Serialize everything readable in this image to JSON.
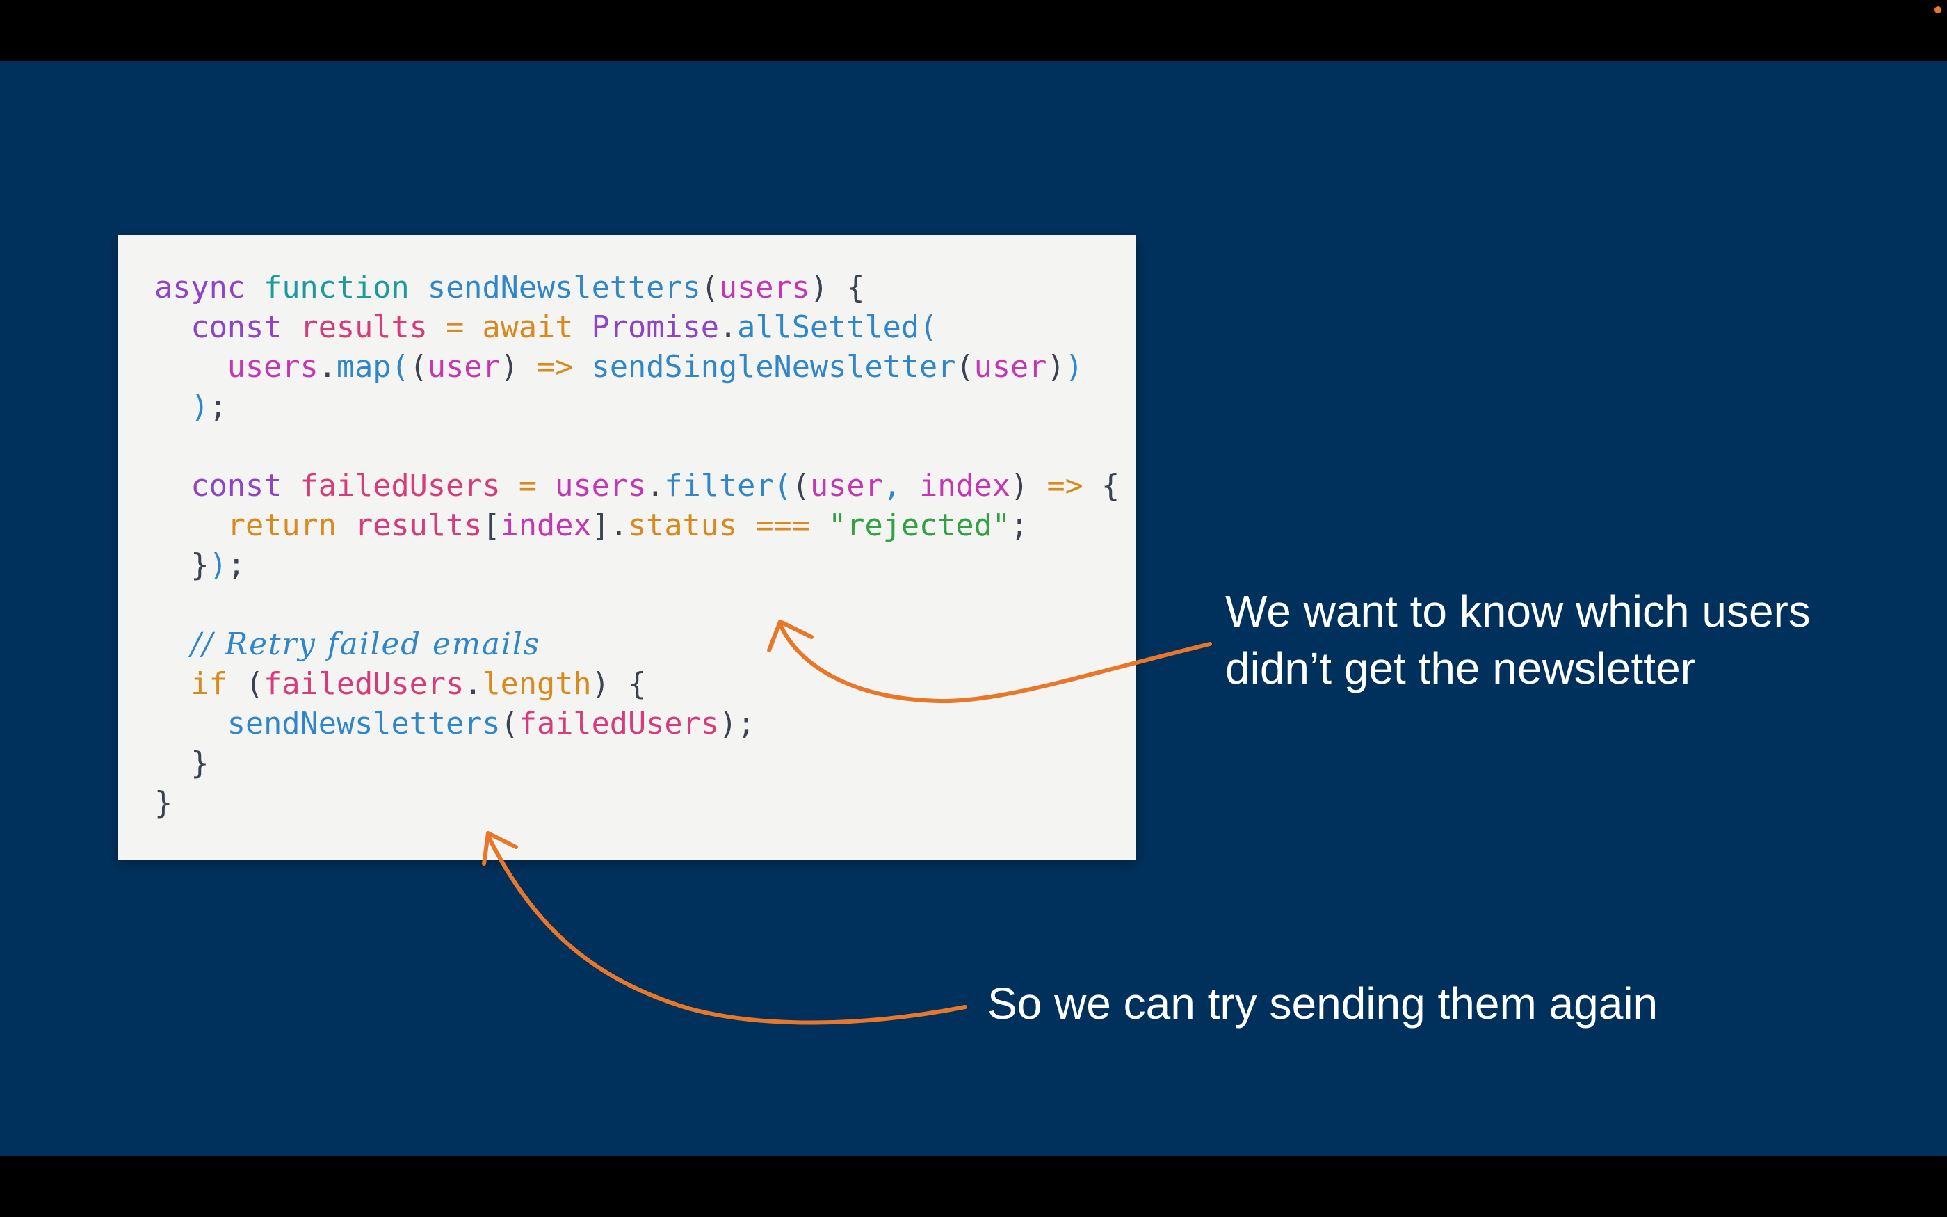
{
  "slide": {
    "background_color": "#00315d",
    "code_card_color": "#f4f4f2",
    "accent_arrow_color": "#e8772a"
  },
  "code": {
    "lines": [
      [
        {
          "text": "async",
          "cls": "kw-purple"
        },
        {
          "text": " ",
          "cls": "punct"
        },
        {
          "text": "function",
          "cls": "kw-teal"
        },
        {
          "text": " ",
          "cls": "punct"
        },
        {
          "text": "sendNewsletters",
          "cls": "fn-blue"
        },
        {
          "text": "(",
          "cls": "punct"
        },
        {
          "text": "users",
          "cls": "param-magenta"
        },
        {
          "text": ") {",
          "cls": "punct"
        }
      ],
      [
        {
          "text": "  ",
          "cls": "punct"
        },
        {
          "text": "const",
          "cls": "kw-purple"
        },
        {
          "text": " ",
          "cls": "punct"
        },
        {
          "text": "results",
          "cls": "var-pink"
        },
        {
          "text": " ",
          "cls": "punct"
        },
        {
          "text": "=",
          "cls": "kw-orange"
        },
        {
          "text": " ",
          "cls": "punct"
        },
        {
          "text": "await",
          "cls": "kw-orange"
        },
        {
          "text": " ",
          "cls": "punct"
        },
        {
          "text": "Promise",
          "cls": "kw-purple"
        },
        {
          "text": ".",
          "cls": "punct"
        },
        {
          "text": "allSettled(",
          "cls": "fn-blue"
        }
      ],
      [
        {
          "text": "    ",
          "cls": "punct"
        },
        {
          "text": "users",
          "cls": "param-magenta"
        },
        {
          "text": ".",
          "cls": "punct"
        },
        {
          "text": "map(",
          "cls": "fn-blue"
        },
        {
          "text": "(",
          "cls": "punct"
        },
        {
          "text": "user",
          "cls": "param-magenta"
        },
        {
          "text": ") ",
          "cls": "punct"
        },
        {
          "text": "=>",
          "cls": "kw-orange"
        },
        {
          "text": " ",
          "cls": "punct"
        },
        {
          "text": "sendSingleNewsletter",
          "cls": "fn-blue"
        },
        {
          "text": "(",
          "cls": "punct"
        },
        {
          "text": "user",
          "cls": "param-magenta"
        },
        {
          "text": ")",
          "cls": "punct"
        },
        {
          "text": ")",
          "cls": "fn-blue"
        }
      ],
      [
        {
          "text": "  ",
          "cls": "punct"
        },
        {
          "text": ")",
          "cls": "fn-blue"
        },
        {
          "text": ";",
          "cls": "punct"
        }
      ],
      [
        {
          "text": " ",
          "cls": "punct"
        }
      ],
      [
        {
          "text": "  ",
          "cls": "punct"
        },
        {
          "text": "const",
          "cls": "kw-purple"
        },
        {
          "text": " ",
          "cls": "punct"
        },
        {
          "text": "failedUsers",
          "cls": "var-pink"
        },
        {
          "text": " ",
          "cls": "punct"
        },
        {
          "text": "=",
          "cls": "kw-orange"
        },
        {
          "text": " ",
          "cls": "punct"
        },
        {
          "text": "users",
          "cls": "param-magenta"
        },
        {
          "text": ".",
          "cls": "punct"
        },
        {
          "text": "filter(",
          "cls": "fn-blue"
        },
        {
          "text": "(",
          "cls": "punct"
        },
        {
          "text": "user",
          "cls": "param-magenta"
        },
        {
          "text": ", ",
          "cls": "fn-blue"
        },
        {
          "text": "index",
          "cls": "param-magenta"
        },
        {
          "text": ") ",
          "cls": "punct"
        },
        {
          "text": "=>",
          "cls": "kw-orange"
        },
        {
          "text": " {",
          "cls": "punct"
        }
      ],
      [
        {
          "text": "    ",
          "cls": "punct"
        },
        {
          "text": "return",
          "cls": "kw-orange"
        },
        {
          "text": " ",
          "cls": "punct"
        },
        {
          "text": "results",
          "cls": "var-pink"
        },
        {
          "text": "[",
          "cls": "punct"
        },
        {
          "text": "index",
          "cls": "param-magenta"
        },
        {
          "text": "].",
          "cls": "punct"
        },
        {
          "text": "status",
          "cls": "kw-orange"
        },
        {
          "text": " ",
          "cls": "punct"
        },
        {
          "text": "===",
          "cls": "kw-orange"
        },
        {
          "text": " ",
          "cls": "punct"
        },
        {
          "text": "\"rejected\"",
          "cls": "string-green"
        },
        {
          "text": ";",
          "cls": "punct"
        }
      ],
      [
        {
          "text": "  }",
          "cls": "punct"
        },
        {
          "text": ")",
          "cls": "fn-blue"
        },
        {
          "text": ";",
          "cls": "punct"
        }
      ],
      [
        {
          "text": " ",
          "cls": "punct"
        }
      ],
      [
        {
          "text": "  ",
          "cls": "punct"
        },
        {
          "text": "// Retry failed emails",
          "cls": "comment"
        }
      ],
      [
        {
          "text": "  ",
          "cls": "punct"
        },
        {
          "text": "if",
          "cls": "kw-orange"
        },
        {
          "text": " (",
          "cls": "punct"
        },
        {
          "text": "failedUsers",
          "cls": "var-pink"
        },
        {
          "text": ".",
          "cls": "punct"
        },
        {
          "text": "length",
          "cls": "kw-orange"
        },
        {
          "text": ") {",
          "cls": "punct"
        }
      ],
      [
        {
          "text": "    ",
          "cls": "punct"
        },
        {
          "text": "sendNewsletters",
          "cls": "fn-blue"
        },
        {
          "text": "(",
          "cls": "punct"
        },
        {
          "text": "failedUsers",
          "cls": "var-pink"
        },
        {
          "text": ");",
          "cls": "punct"
        }
      ],
      [
        {
          "text": "  }",
          "cls": "punct"
        }
      ],
      [
        {
          "text": "}",
          "cls": "punct"
        }
      ]
    ]
  },
  "annotations": {
    "first_line1": "We want to know which users",
    "first_line2": "didn’t get the newsletter",
    "second": "So we can try sending them again"
  }
}
